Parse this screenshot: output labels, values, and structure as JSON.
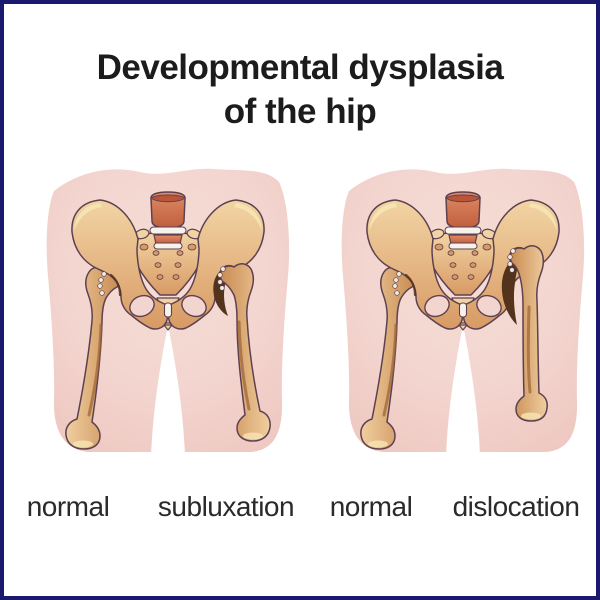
{
  "title": {
    "line1": "Developmental dysplasia",
    "line2": "of the hip"
  },
  "figures": [
    {
      "id": "subluxation-figure",
      "left_hip": "normal",
      "right_hip": "subluxation"
    },
    {
      "id": "dislocation-figure",
      "left_hip": "normal",
      "right_hip": "dislocation"
    }
  ],
  "labels": [
    "normal",
    "subluxation",
    "normal",
    "dislocation"
  ],
  "colors": {
    "frame_border": "#191970",
    "background": "#ffffff",
    "title_text": "#1c1c1c",
    "label_text": "#2a2a2a",
    "skin_light": "#f6ddd7",
    "skin_mid": "#f3d5cf",
    "skin_dark": "#eec7c0",
    "bone_highlight": "#f5e3b2",
    "bone_light": "#f2d4a4",
    "bone_dark": "#d89a64",
    "femur_light": "#f0cfa0",
    "femur_dark": "#c98b52",
    "bone_shadow_streak": "#9a6234",
    "outline": "#5e4150",
    "socket_shadow": "#54331c",
    "cartilage": "#efeae3",
    "vertebra_light": "#e08a65",
    "vertebra_dark": "#bf5e3e",
    "vertebra_rim": "#b9563a",
    "disc": "#f7f2ec"
  }
}
